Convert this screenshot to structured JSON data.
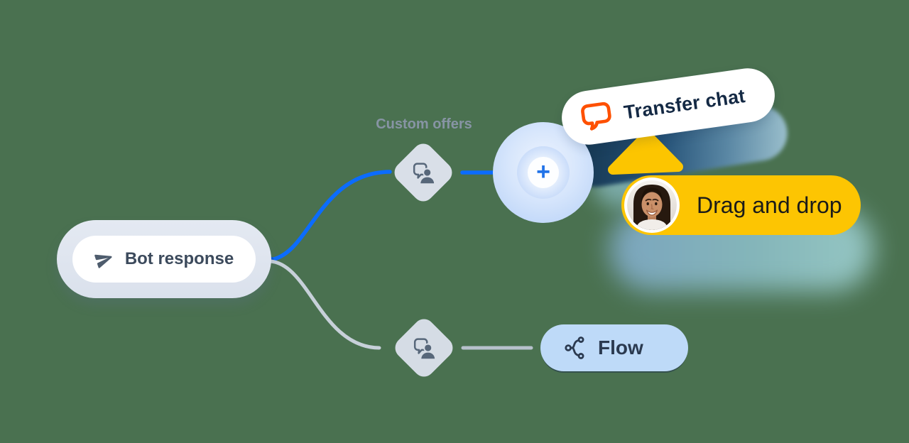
{
  "canvas": {
    "background_color": "#4a7150"
  },
  "nodes": {
    "bot_response": {
      "label": "Bot response",
      "icon": "paper-plane-icon"
    },
    "branch_label": "Custom offers",
    "plus_button": {
      "label": "+",
      "icon": "plus-icon"
    },
    "transfer_chat": {
      "label": "Transfer chat",
      "icon": "chat-bubble-icon"
    },
    "drag_tooltip": {
      "label": "Drag and drop",
      "icon": "agent-avatar"
    },
    "flow_node": {
      "label": "Flow",
      "icon": "flow-split-icon"
    },
    "diamond_nodes": {
      "icon": "user-chat-icon"
    }
  },
  "colors": {
    "accent_blue": "#0b6cff",
    "plus_blue": "#2273e8",
    "brand_orange": "#fe5000",
    "highlight_yellow": "#fdc502",
    "navy_text": "#142944",
    "flow_pill_blue": "#bedaf8",
    "slate_icon": "#4e5c6d",
    "gray_connector": "#c7d0d9",
    "background_green": "#4a7150"
  }
}
